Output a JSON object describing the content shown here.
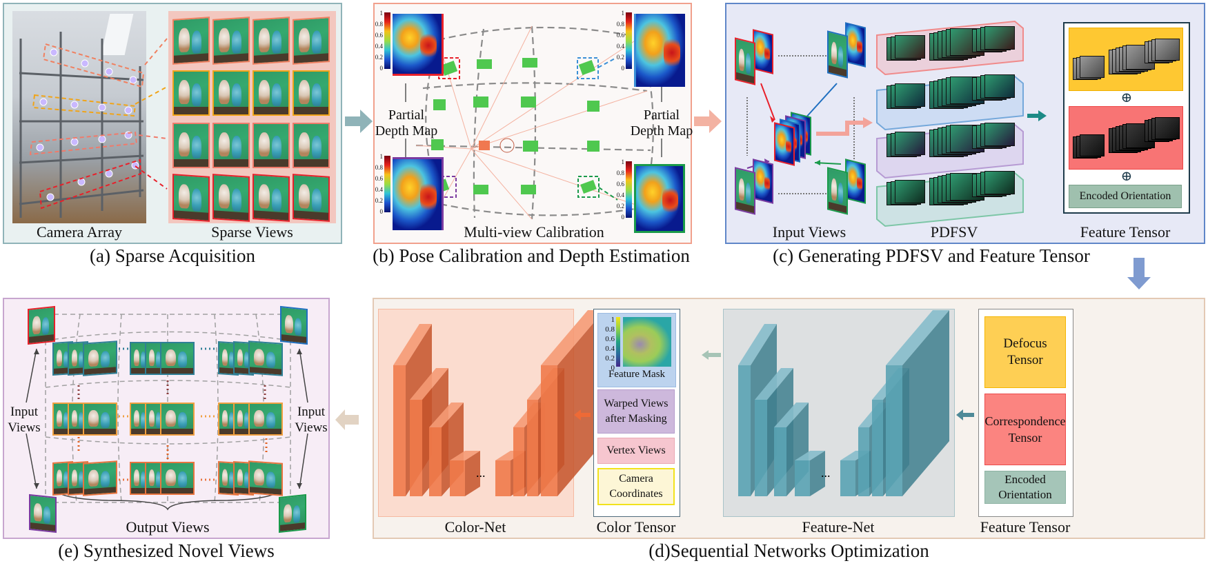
{
  "panel_a": {
    "caption": "(a) Sparse Acquisition",
    "left_label": "Camera Array",
    "right_label": "Sparse Views",
    "row_colors": [
      "#f08060",
      "#f0a418",
      "#f07a6a",
      "#e8202a"
    ]
  },
  "panel_b": {
    "caption": "(b) Pose Calibration and Depth Estimation",
    "bottom_label": "Multi-view Calibration",
    "left_label_line1": "Partial",
    "left_label_line2": "Depth Map",
    "right_label_line1": "Partial",
    "right_label_line2": "Depth Map",
    "colorbar_ticks": [
      "1",
      "0.8",
      "0.6",
      "0.4",
      "0.2",
      "0"
    ],
    "depth_map_border_colors": [
      "#e8202a",
      "#3a8fd6",
      "#7a3aa0",
      "#1a9a4a"
    ]
  },
  "panel_c": {
    "caption": "(c) Generating PDFSV and Feature Tensor",
    "input_views_label": "Input Views",
    "pdfsv_label": "PDFSV",
    "feature_tensor_label": "Feature Tensor",
    "plus_symbol": "⊕",
    "encoded_orientation": "Encoded Orientation",
    "view_colors": [
      "#e8202a",
      "#1f6fc0",
      "#7a3aa0",
      "#1a9a4a"
    ]
  },
  "panel_d": {
    "caption": "(d)Sequential Networks Optimization",
    "color_net_label": "Color-Net",
    "color_tensor_label": "Color Tensor",
    "feature_net_label": "Feature-Net",
    "feature_tensor_label": "Feature Tensor",
    "ellipsis": "...",
    "color_tensor_items": {
      "feature_mask": "Feature Mask",
      "warped_views": "Warped Views after Masking",
      "vertex_views": "Vertex Views",
      "camera_coordinates": "Camera Coordinates"
    },
    "mask_colorbar_ticks": [
      "1",
      "0.8",
      "0.6",
      "0.4",
      "0.2",
      "0"
    ],
    "feature_tensor_items": {
      "defocus": "Defocus Tensor",
      "correspondence": "Correspondence Tensor",
      "encoded_orientation": "Encoded Orientation"
    }
  },
  "panel_e": {
    "caption": "(e) Synthesized Novel Views",
    "input_views_left_line1": "Input",
    "input_views_left_line2": "Views",
    "input_views_right_line1": "Input",
    "input_views_right_line2": "Views",
    "output_views_label": "Output Views"
  },
  "colors": {
    "panel_a_bg": "#e9f1f1",
    "panel_a_border": "#8fb3b8",
    "panel_b_border": "#f1a08c",
    "panel_c_bg": "#e7e9f6",
    "panel_c_border": "#5f86c8",
    "panel_d_bg": "#f7f2ed",
    "panel_d_border": "#e3c9b4",
    "panel_e_bg": "#f7edf6",
    "panel_e_border": "#c7a6cf",
    "color_net": "#ee6a36",
    "feature_net": "#4f9aab"
  }
}
